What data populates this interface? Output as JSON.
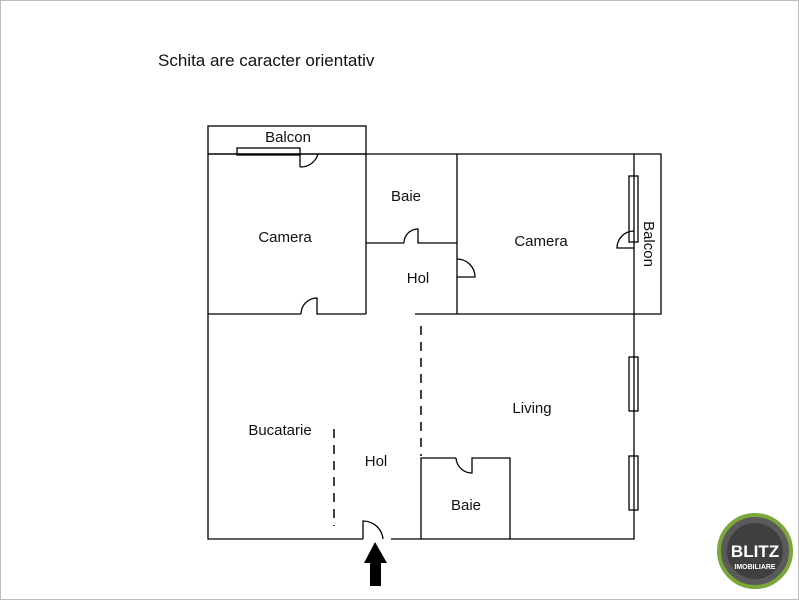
{
  "note": "Schita are caracter orientativ",
  "rooms": {
    "balcon_top": "Balcon",
    "camera_left": "Camera",
    "baie_top": "Baie",
    "camera_right": "Camera",
    "balcon_right": "Balcon",
    "hol_small": "Hol",
    "living": "Living",
    "bucatarie": "Bucatarie",
    "hol_main": "Hol",
    "baie_bottom": "Baie"
  },
  "logo": {
    "brand": "BLITZ",
    "sub": "IMOBILIARE",
    "ring_color": "#5a5a5a",
    "accent_color": "#7aa63a"
  },
  "icons": {
    "entrance": "arrow-up-icon"
  }
}
